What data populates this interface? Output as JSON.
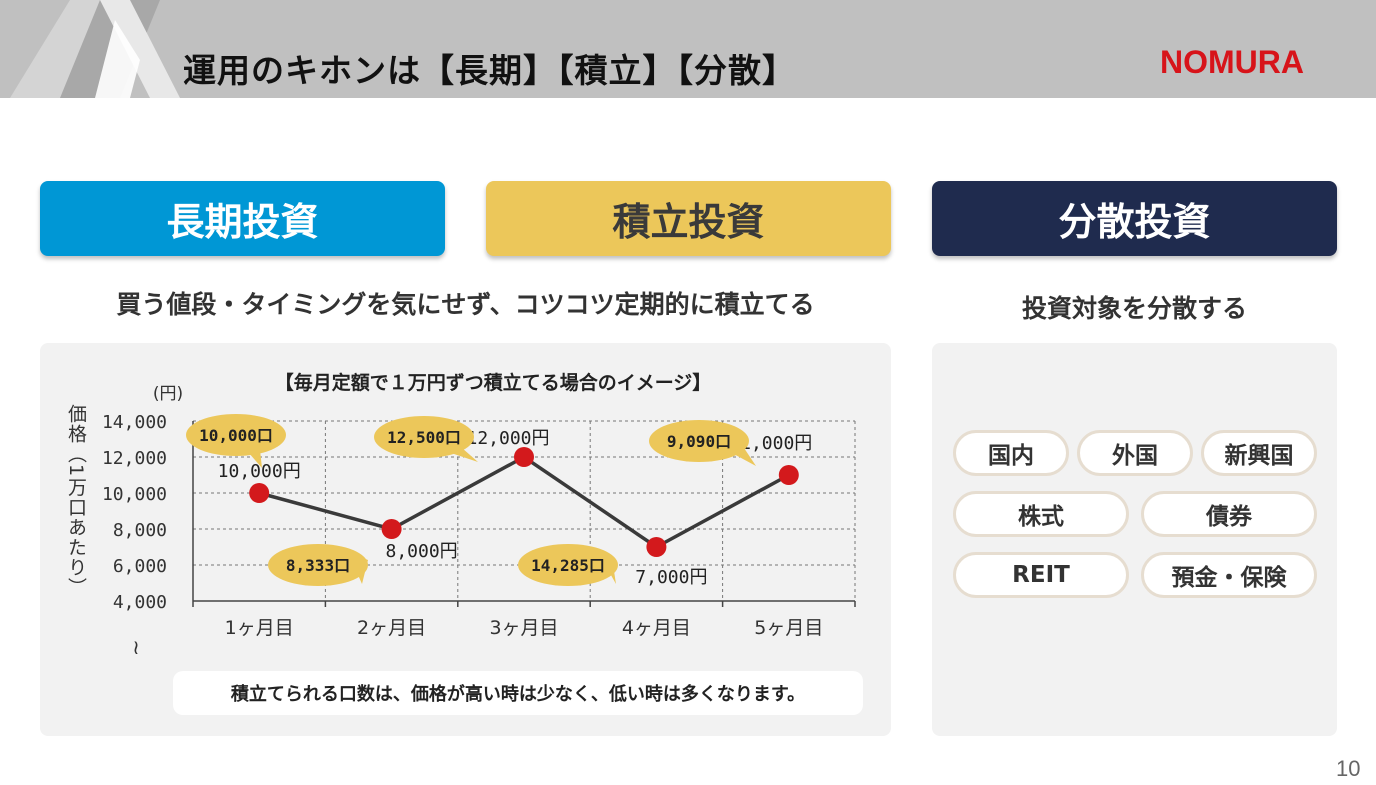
{
  "header": {
    "title": "運用のキホンは【長期】【積立】【分散】",
    "logo_text": "NOMURA",
    "logo_color": "#d7141a"
  },
  "categories": [
    {
      "label": "長期投資",
      "color": "#0097d5"
    },
    {
      "label": "積立投資",
      "color": "#ecc75a"
    },
    {
      "label": "分散投資",
      "color": "#1f2b4e"
    }
  ],
  "descriptions": {
    "tsumitate": "買う値段・タイミングを気にせず、コツコツ定期的に積立てる",
    "bunsan": "投資対象を分散する"
  },
  "chart_data": {
    "type": "line",
    "title": "【毎月定額で１万円ずつ積立てる場合のイメージ】",
    "ylabel": "価格（1万口あたり）",
    "yunit": "(円)",
    "categories": [
      "1ヶ月目",
      "2ヶ月目",
      "3ヶ月目",
      "4ヶ月目",
      "5ヶ月目"
    ],
    "values": [
      10000,
      8000,
      12000,
      7000,
      11000
    ],
    "ylim": [
      4000,
      14000
    ],
    "yticks": [
      "4,000",
      "6,000",
      "8,000",
      "10,000",
      "12,000",
      "14,000"
    ],
    "point_labels": [
      "10,000円",
      "8,000円",
      "12,000円",
      "7,000円",
      "11,000円"
    ],
    "units_bought": [
      "10,000口",
      "12,500口",
      "8,333口",
      "14,285口",
      "9,090口"
    ],
    "axis_break": "≀",
    "grid": true,
    "line_color": "#3a3a3a",
    "marker_color": "#d3191c",
    "bubble_color": "#ecc75a"
  },
  "note": "積立てられる口数は、価格が高い時は少なく、低い時は多くなります。",
  "tags": [
    "国内",
    "外国",
    "新興国",
    "株式",
    "債券",
    "REIT",
    "預金・保険"
  ],
  "page_number": "10"
}
